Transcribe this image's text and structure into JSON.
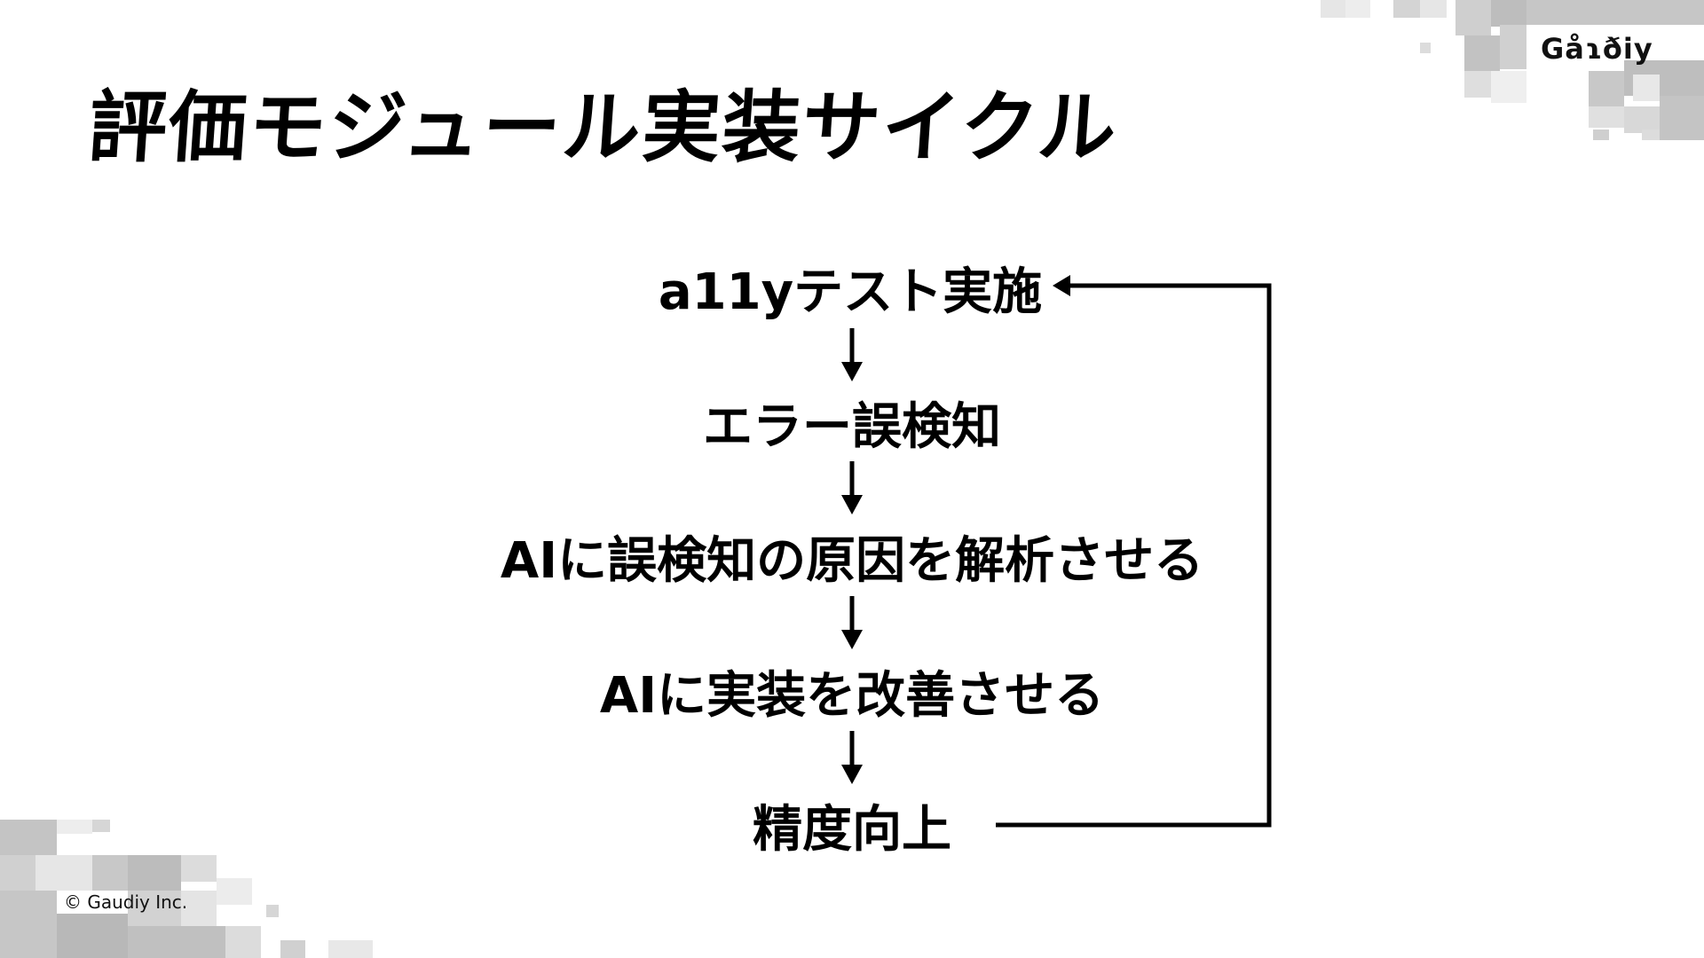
{
  "header": {
    "title": "評価モジュール実装サイクル",
    "logo_text": "Gåɿðiy"
  },
  "cycle": {
    "steps": [
      "a11yテスト実施",
      "エラー誤検知",
      "AIに誤検知の原因を解析させる",
      "AIに実装を改善させる",
      "精度向上"
    ]
  },
  "footer": {
    "copyright": "© Gaudiy Inc."
  },
  "colors": {
    "background": "#ffffff",
    "text": "#000000",
    "deco_light": "#e6e6e6",
    "deco_mid": "#cccccc",
    "deco_dark": "#b8b8b8"
  }
}
